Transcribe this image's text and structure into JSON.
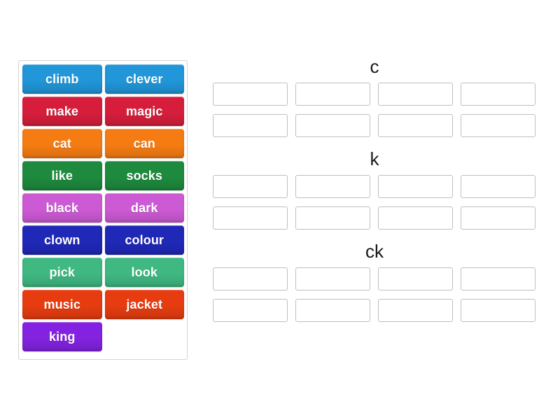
{
  "activity": {
    "type": "word-sort-drag-and-drop",
    "tile_panel": {
      "tiles": [
        {
          "label": "climb",
          "color": "#2196d8"
        },
        {
          "label": "clever",
          "color": "#2196d8"
        },
        {
          "label": "make",
          "color": "#d61e3c"
        },
        {
          "label": "magic",
          "color": "#d61e3c"
        },
        {
          "label": "cat",
          "color": "#f57c13"
        },
        {
          "label": "can",
          "color": "#f57c13"
        },
        {
          "label": "like",
          "color": "#1e8a3e"
        },
        {
          "label": "socks",
          "color": "#1e8a3e"
        },
        {
          "label": "black",
          "color": "#cc5ad4"
        },
        {
          "label": "dark",
          "color": "#cc5ad4"
        },
        {
          "label": "clown",
          "color": "#2028b8"
        },
        {
          "label": "colour",
          "color": "#2028b8"
        },
        {
          "label": "pick",
          "color": "#3fb882"
        },
        {
          "label": "look",
          "color": "#3fb882"
        },
        {
          "label": "music",
          "color": "#e63c10"
        },
        {
          "label": "jacket",
          "color": "#e63c10"
        },
        {
          "label": "king",
          "color": "#8322e0"
        }
      ],
      "empty_cells": 1
    },
    "categories": [
      {
        "title": "c",
        "slots": [
          "",
          "",
          "",
          "",
          "",
          "",
          "",
          ""
        ]
      },
      {
        "title": "k",
        "slots": [
          "",
          "",
          "",
          "",
          "",
          "",
          "",
          ""
        ]
      },
      {
        "title": "ck",
        "slots": [
          "",
          "",
          "",
          "",
          "",
          "",
          "",
          ""
        ]
      }
    ]
  },
  "colors": {
    "page_background": "#ffffff",
    "panel_border": "#d4d4d4",
    "slot_border": "#bfbfbf",
    "title_text": "#1a1a1a",
    "tile_text": "#ffffff"
  }
}
